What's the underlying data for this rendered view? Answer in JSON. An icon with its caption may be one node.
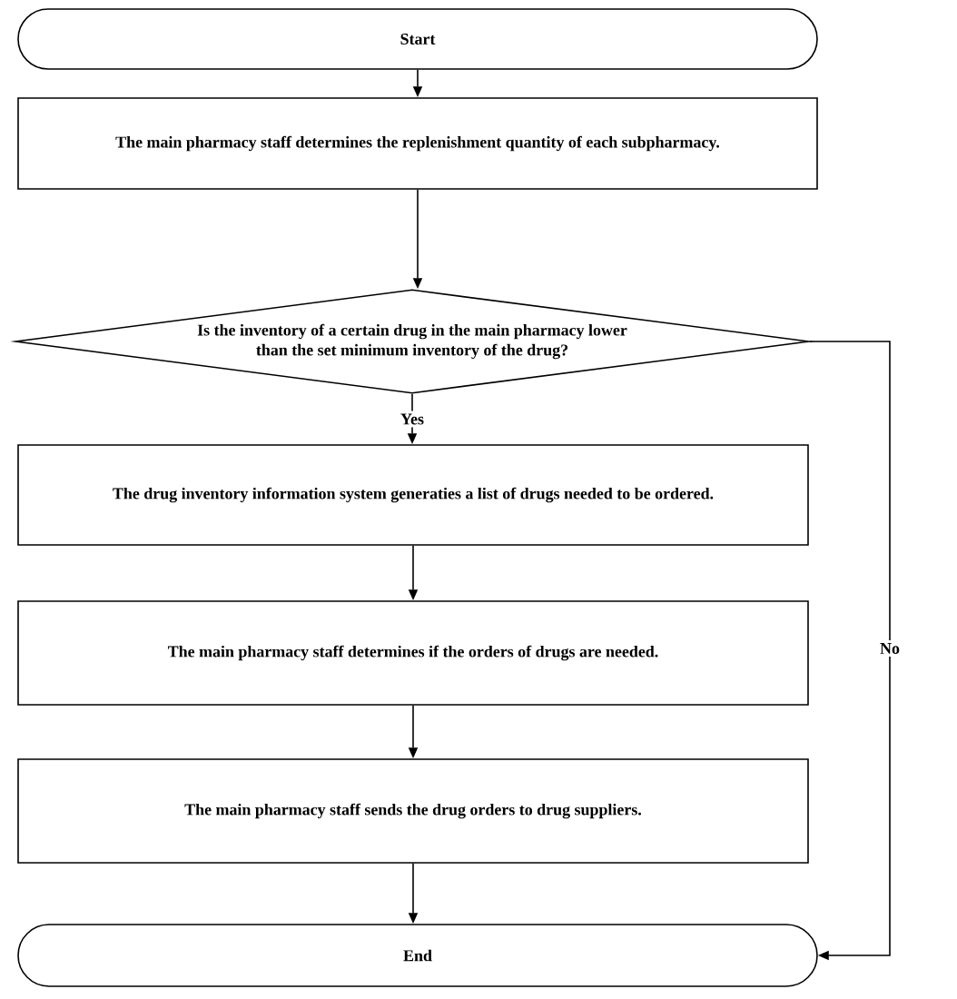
{
  "diagram": {
    "nodes": [
      {
        "text": [
          "Start"
        ]
      },
      {
        "text": [
          "The main pharmacy staff determines the replenishment quantity of each subpharmacy."
        ]
      },
      {
        "text": [
          "Is the inventory of a certain drug in the main pharmacy lower than the set minimum inventory of the drug?"
        ]
      },
      {
        "text": [
          "The drug inventory information system generaties a list of drugs needed to be ordered."
        ]
      },
      {
        "text": [
          "The main pharmacy staff determines if the orders of drugs are needed."
        ]
      },
      {
        "text": [
          "The main pharmacy staff sends the drug orders to drug suppliers."
        ]
      },
      {
        "text": [
          "End"
        ]
      }
    ],
    "edges": [
      {
        "from": 0,
        "to": 1,
        "arrow": "to"
      },
      {
        "from": 1,
        "to": 2,
        "arrow": "to"
      },
      {
        "from": 2,
        "to": 3,
        "arrow": "to",
        "label": "Yes"
      },
      {
        "from": 3,
        "to": 4,
        "arrow": "to"
      },
      {
        "from": 4,
        "to": 5,
        "arrow": "to"
      },
      {
        "from": 5,
        "to": 6,
        "arrow": "to"
      },
      {
        "from": 2,
        "to": 6,
        "arrow": "to",
        "label": "No"
      }
    ]
  }
}
